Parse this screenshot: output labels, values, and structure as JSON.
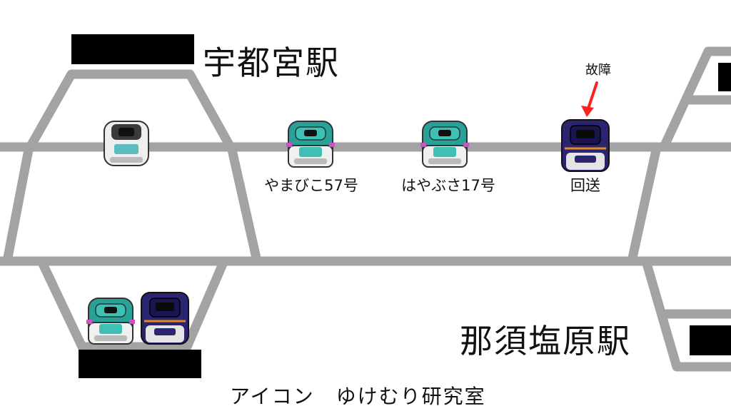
{
  "stations": {
    "utsunomiya": "宇都宮駅",
    "nasushiobara": "那須塩原駅"
  },
  "trains": [
    {
      "id": "yamabiko",
      "label": "やまびこ57号",
      "type": "E5"
    },
    {
      "id": "hayabusa",
      "label": "はやぶさ17号",
      "type": "E5"
    },
    {
      "id": "kaisou",
      "label": "回送",
      "type": "E3"
    }
  ],
  "annotation": {
    "text": "故障",
    "arrow_color": "#ff2222"
  },
  "footer": {
    "credit": "アイコン　ゆけむり研究室"
  },
  "colors": {
    "track": "#a3a3a3",
    "redacted": "#000000",
    "e5_green": "#2aa198",
    "e3_purple": "#2b2470"
  },
  "icons": [
    "e5-shinkansen-icon",
    "e6-shinkansen-icon",
    "e3-shinkansen-icon"
  ]
}
